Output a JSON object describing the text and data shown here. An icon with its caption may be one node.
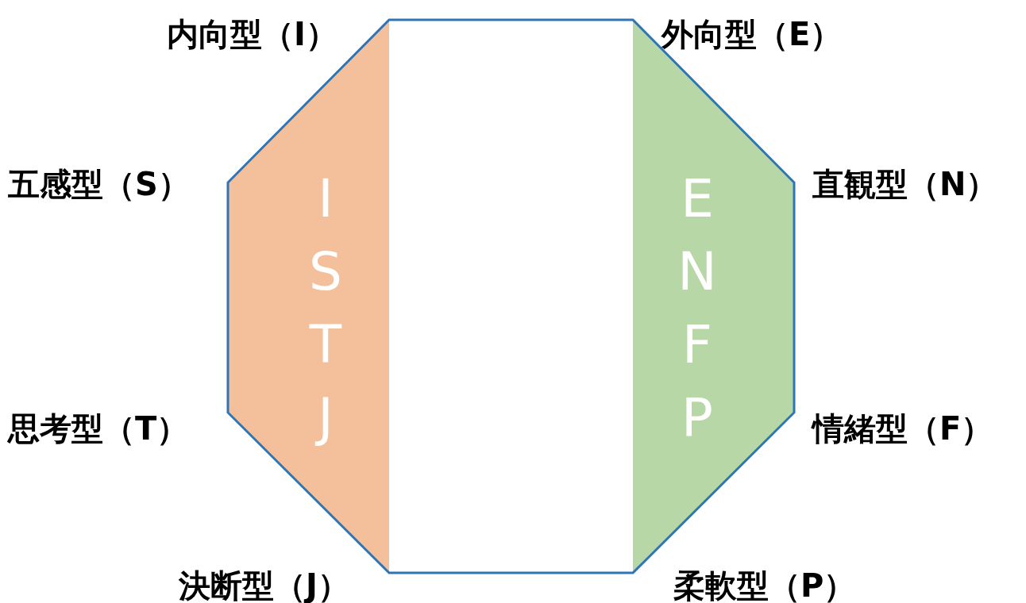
{
  "diagram": {
    "nodes": [
      {
        "text": [
          "I S T J"
        ]
      },
      {
        "text": [
          "E N F P"
        ]
      }
    ],
    "labels": [
      "内向型（I）",
      "外向型（E）",
      "五感型（S）",
      "直観型（N）",
      "思考型（T）",
      "情緒型（F）",
      "決断型（J）",
      "柔軟型（P）"
    ]
  }
}
